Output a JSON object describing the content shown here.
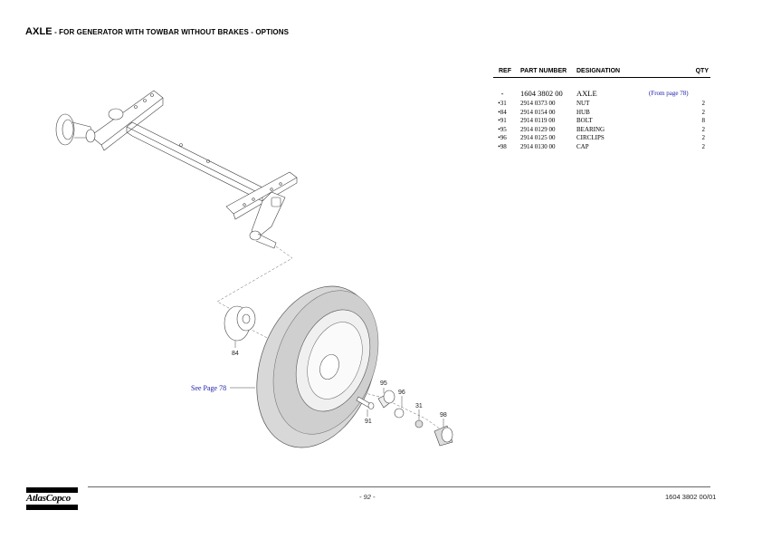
{
  "header": {
    "title_main": "AXLE",
    "title_rest": " - FOR GENERATOR WITH TOWBAR WITHOUT BRAKES - OPTIONS"
  },
  "parts_table": {
    "columns": {
      "ref": "REF",
      "part_number": "PART NUMBER",
      "designation": "DESIGNATION",
      "qty": "QTY"
    },
    "main_row": {
      "ref": "-",
      "part_number": "1604 3802 00",
      "designation": "AXLE",
      "note": "(From page 78)"
    },
    "rows": [
      {
        "ref": "•31",
        "part_number": "2914 0373 00",
        "designation": "NUT",
        "qty": "2"
      },
      {
        "ref": "•84",
        "part_number": "2914 0154 00",
        "designation": "HUB",
        "qty": "2"
      },
      {
        "ref": "•91",
        "part_number": "2914 0119 00",
        "designation": "BOLT",
        "qty": "8"
      },
      {
        "ref": "•95",
        "part_number": "2914 0129 00",
        "designation": "BEARING",
        "qty": "2"
      },
      {
        "ref": "•96",
        "part_number": "2914 0125 00",
        "designation": "CIRCLIPS",
        "qty": "2"
      },
      {
        "ref": "•98",
        "part_number": "2914 0130 00",
        "designation": "CAP",
        "qty": "2"
      }
    ]
  },
  "diagram": {
    "callouts": {
      "hub": "84",
      "bolt": "91",
      "bearing": "95",
      "circlips": "96",
      "nut": "31",
      "cap": "98"
    },
    "see_page_link": "See Page 78",
    "link_color": "#1a1aa8"
  },
  "footer": {
    "logo_text": "AtlasCopco",
    "page_number": "- 92 -",
    "document_number": "1604 3802 00/01"
  }
}
